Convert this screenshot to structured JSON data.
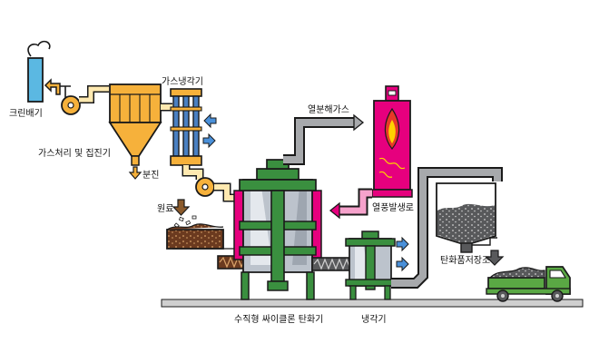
{
  "labels": {
    "clean_stack": "크린배기",
    "gas_cooler": "가스냉각기",
    "gas_treatment": "가스처리 및 집진기",
    "dust": "분진",
    "raw_material": "원료",
    "pyrolysis_gas": "열분해가스",
    "hot_air_generator": "열풍발생로",
    "carbonizer": "수직형 싸이클론 탄화기",
    "cooler": "냉각기",
    "char_storage": "탄화품저장조"
  },
  "colors": {
    "outline": "#1a1a1a",
    "ground": "#cfcfcf",
    "duct_gray": "#a7a9ac",
    "hopper_orange": "#f6b13b",
    "pipe_cream": "#ffe9b0",
    "column_blue": "#4a80c2",
    "vessel_green": "#3a8f3f",
    "vessel_silver": "#bcc3cc",
    "hot_air_pink": "#e6007e",
    "hot_air_pink_pipe": "#f6a2cc",
    "flame_red": "#e83828",
    "flame_yellow": "#ffd200",
    "stack_blue": "#5bb8e2",
    "raw_material_brown": "#6b3a1f",
    "storage_gray": "#58595b",
    "truck_green": "#5aa844",
    "arrow_blue": "#4a90d9",
    "arrow_brown": "#8b5a2b"
  }
}
